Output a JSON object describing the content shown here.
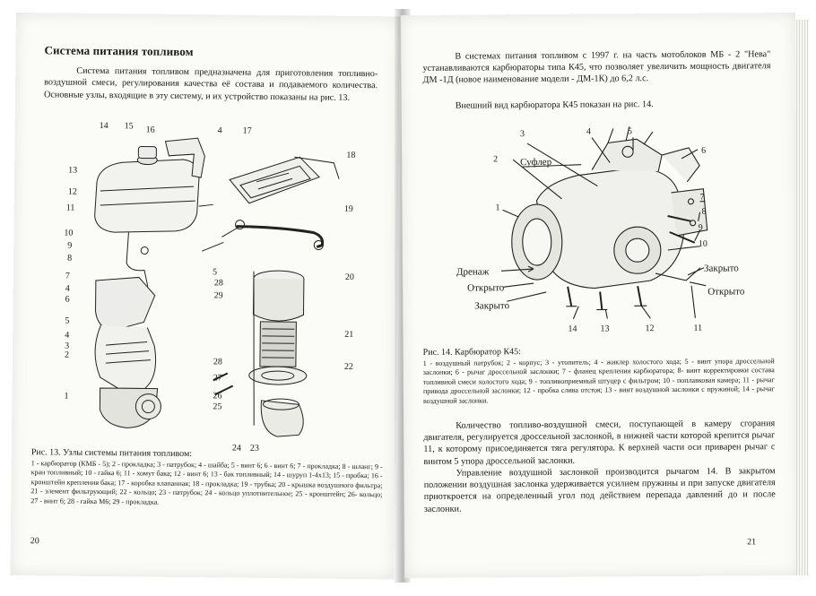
{
  "left_page": {
    "title": "Система питания топливом",
    "intro": "Система питания топливом предназначена для приготовления топливно-воздушной смеси, регулирования качества её состава и подаваемого количества. Основные узлы, входящие в эту систему, и их устройство показаны на рис. 13.",
    "figure_numbers": [
      "14",
      "15",
      "16",
      "4",
      "17",
      "18",
      "13",
      "12",
      "11",
      "19",
      "10",
      "9",
      "8",
      "5",
      "28",
      "29",
      "20",
      "7",
      "4",
      "6",
      "5",
      "21",
      "4",
      "3",
      "2",
      "22",
      "28",
      "27",
      "26",
      "25",
      "1",
      "24",
      "23"
    ],
    "caption_title": "Рис. 13. Узлы системы питания топливом:",
    "caption_body": "1 - карбюратор (КМБ - 5); 2 - прокладка; 3 - патрубок; 4 - шайба; 5 - винт 6; 6 - винт 6; 7 - прокладка; 8 - шланг; 9 - кран топливный; 10 - гайка 6; 11 - хомут бака; 12 - винт 6; 13 - бак топливный; 14 - шуруп 1-4x13; 15 - пробка; 16 - кронштейн крепления бака; 17 - коробка клапанная; 18 - прокладка; 19 - трубка; 20 - крышка воздушного фильтра; 21 - элемент фильтрующий; 22 - кольцо; 23 - патрубок; 24 - кольцо уплотнительное; 25 - кронштейн; 26- кольцо; 27 - винт 6; 28 - гайка М6; 29 - прокладка.",
    "page_number": "20"
  },
  "right_page": {
    "para1": "В системах питания топливом с 1997 г. на часть мотоблоков МБ - 2 \"Нева\" устанавливаются карбюраторы типа К45, что позволяет увеличить мощность двигателя ДМ -1Д (новое наименование модели - ДМ-1К) до 6,2 л.с.",
    "para2": "Внешний вид карбюратора К45 показан на рис. 14.",
    "figure_labels": {
      "sufler": "Суфлер",
      "drenazh": "Дренаж",
      "otkryto_1": "Открыто",
      "zakryto_1": "Закрыто",
      "zakryto_2": "Закрыто",
      "otkryto_2": "Открыто"
    },
    "figure_numbers": [
      "3",
      "4",
      "5",
      "6",
      "2",
      "7",
      "8",
      "9",
      "1",
      "10",
      "14",
      "13",
      "12",
      "11"
    ],
    "caption_title": "Рис. 14. Карбюратор К45:",
    "caption_body": "1 - воздушный патрубок; 2 - корпус; 3 - утопитель; 4 - жиклер холостого хода; 5 - винт упора дроссельной заслонки; 6 - рычаг дроссельной заслонки; 7 - фланец крепления карбюратора; 8- винт корректировки состава топливной смеси холостого хода; 9 - топливоприемный штуцер с фильтром; 10 - поплавковая камера; 11 - рычаг привода дроссельной заслонки; 12 - пробка слива отстоя; 13 - винт воздушной заслонки с пружиной; 14 - рычаг воздушной заслонки.",
    "para3": "Количество топливо-воздушной смеси, поступающей в камеру сгорания двигателя, регулируется дроссельной заслонкой, в нижней части которой крепится рычаг 11, к которому присоединяется тяга регулятора. К верхней части оси приварен рычаг с винтом 5 упора дроссельной заслонки.",
    "para4": "Управление воздушной заслонкой производится рычагом 14. В закрытом положении воздушная заслонка удерживается усилием пружины и при запуске двигателя приоткроется на определенный угол под действием перепада давлений до и после заслонки.",
    "page_number": "21"
  }
}
